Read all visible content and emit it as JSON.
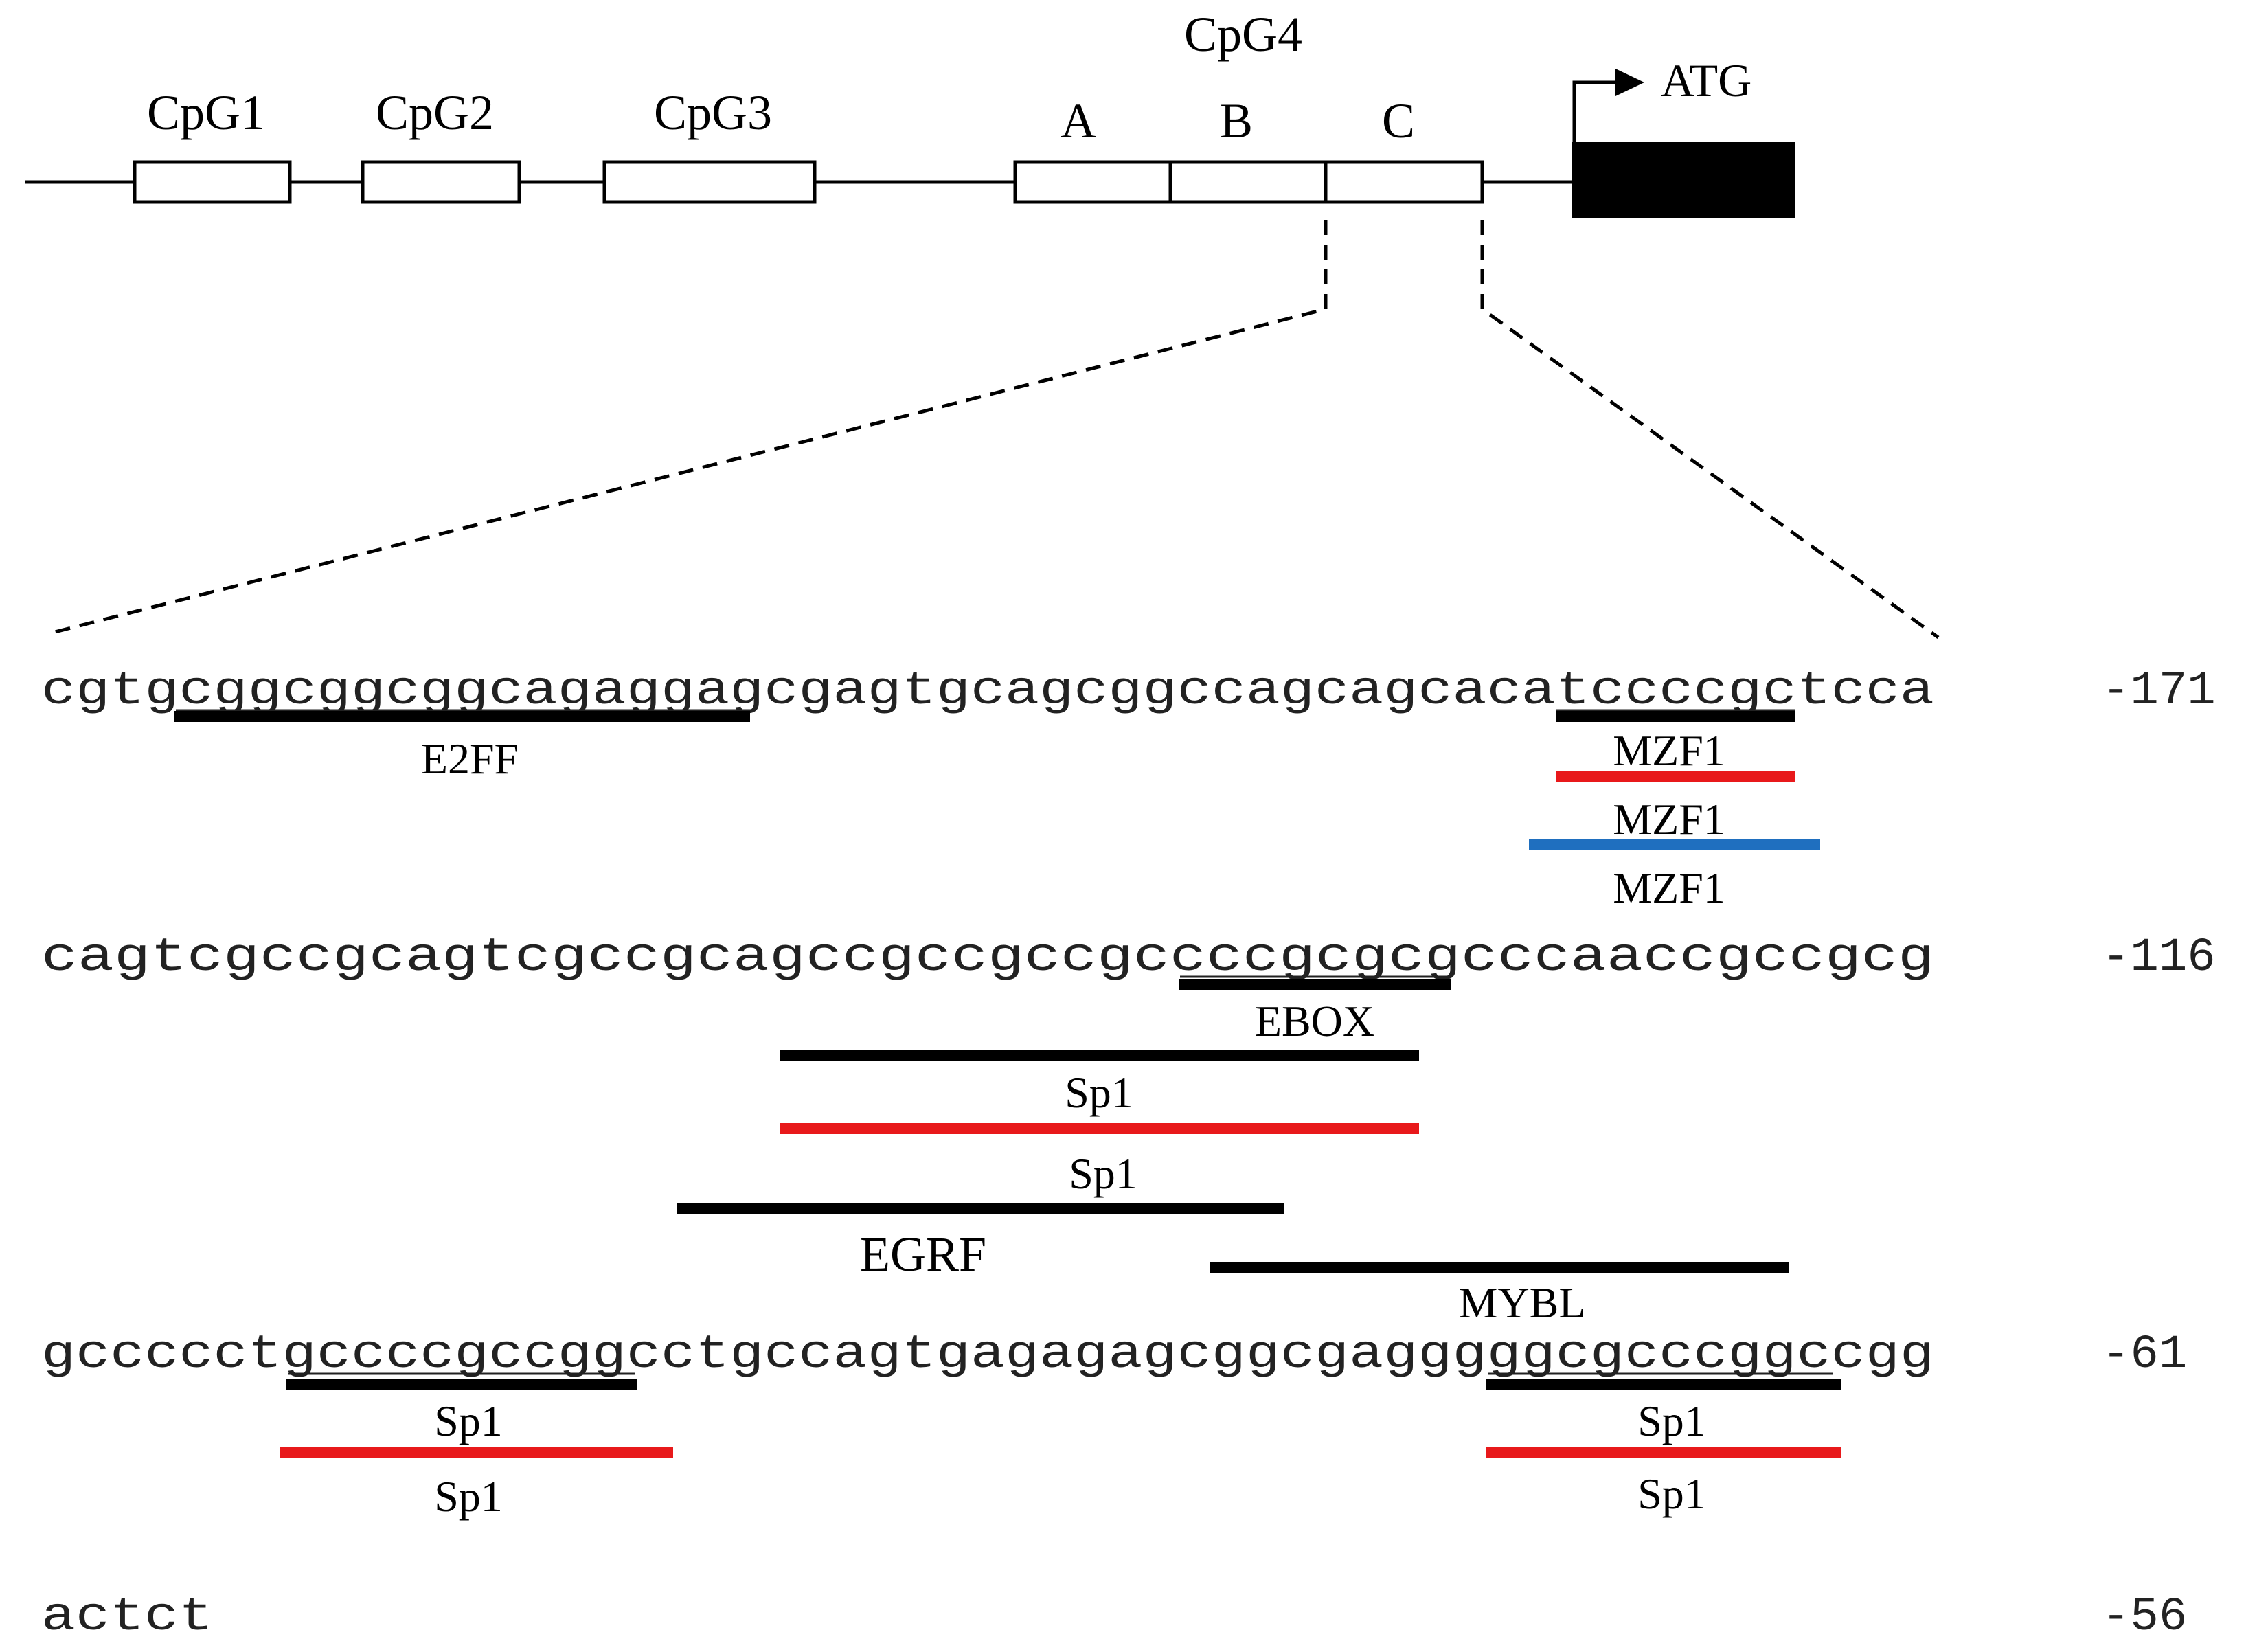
{
  "gene_map": {
    "cpg_islands": [
      {
        "label": "CpG1"
      },
      {
        "label": "CpG2"
      },
      {
        "label": "CpG3"
      }
    ],
    "cpg4": {
      "label": "CpG4",
      "regions": [
        {
          "label": "A"
        },
        {
          "label": "B"
        },
        {
          "label": "C"
        }
      ]
    },
    "start_label": "ATG"
  },
  "sequence": {
    "lines": [
      {
        "text": "cgtgcggcggcggcagaggagcgagtgcagcggccagcagcacatccccgctcca",
        "position": "-171"
      },
      {
        "text": "cagtcgccgcagtcgccgcagccgccgccgccccgcgcgcccaaccgccgcg",
        "position": "-116"
      },
      {
        "text": "gccccctgccccgccggcctgccagtgagagagcggcgagggggcgcccggccgg",
        "position": "-61"
      },
      {
        "text": "actct",
        "position": "-56"
      }
    ]
  },
  "binding_sites": {
    "colors": {
      "black": "#000000",
      "red": "#e8191b",
      "blue": "#1f6fbf"
    },
    "line1": [
      {
        "name": "E2FF",
        "color": "black"
      },
      {
        "name": "MZF1",
        "color": "black"
      },
      {
        "name": "MZF1",
        "color": "red"
      },
      {
        "name": "MZF1",
        "color": "blue"
      }
    ],
    "line2": [
      {
        "name": "EBOX",
        "color": "black"
      },
      {
        "name": "Sp1",
        "color": "black"
      },
      {
        "name": "Sp1",
        "color": "red"
      },
      {
        "name": "EGRF",
        "color": "black"
      },
      {
        "name": "MYBL",
        "color": "black"
      }
    ],
    "line3": [
      {
        "name": "Sp1",
        "color": "black"
      },
      {
        "name": "Sp1",
        "color": "red"
      },
      {
        "name": "Sp1",
        "color": "black"
      },
      {
        "name": "Sp1",
        "color": "red"
      }
    ]
  }
}
